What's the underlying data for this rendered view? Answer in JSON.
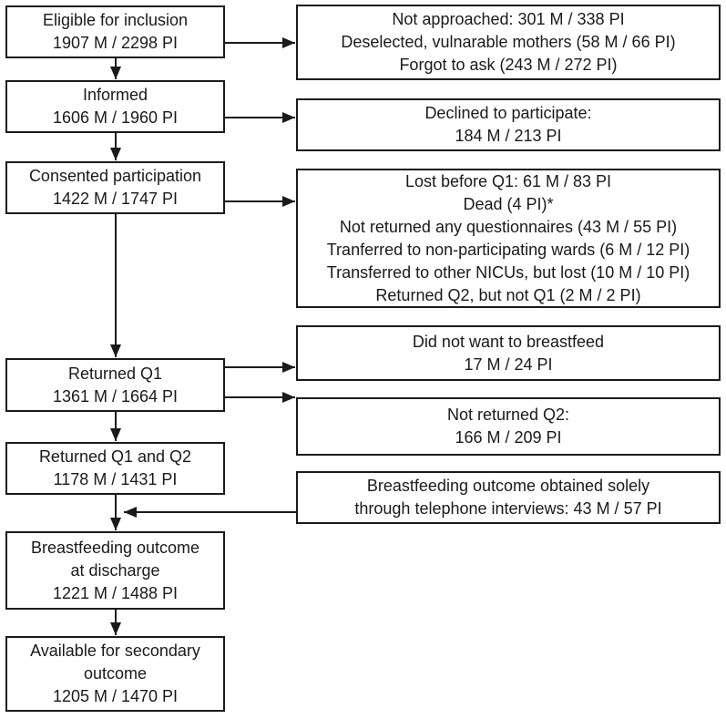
{
  "flow": {
    "main": [
      {
        "lines": [
          "Eligible for inclusion",
          "1907 M / 2298 PI"
        ]
      },
      {
        "lines": [
          "Informed",
          "1606 M / 1960 PI"
        ]
      },
      {
        "lines": [
          "Consented participation",
          "1422 M / 1747 PI"
        ]
      },
      {
        "lines": [
          "Returned Q1",
          "1361 M / 1664 PI"
        ]
      },
      {
        "lines": [
          "Returned Q1 and Q2",
          "1178 M / 1431 PI"
        ]
      },
      {
        "lines": [
          "Breastfeeding outcome",
          "at discharge",
          "1221 M / 1488 PI"
        ]
      },
      {
        "lines": [
          "Available for secondary",
          "outcome",
          "1205 M / 1470 PI"
        ]
      }
    ],
    "side": [
      {
        "lines": [
          "Not approached: 301 M / 338 PI",
          "Deselected, vulnarable mothers (58 M / 66 PI)",
          "Forgot to ask (243 M / 272 PI)"
        ]
      },
      {
        "lines": [
          "Declined to participate:",
          "184 M / 213 PI"
        ]
      },
      {
        "lines": [
          "Lost before Q1: 61 M / 83 PI",
          "Dead (4 PI)*",
          "Not returned any questionnaires (43 M / 55 PI)",
          "Tranferred to non-participating wards (6 M / 12 PI)",
          "Transferred to other NICUs, but lost (10 M / 10 PI)",
          "Returned Q2, but not Q1 (2 M / 2 PI)"
        ]
      },
      {
        "lines": [
          "Did not want to breastfeed",
          "17 M / 24 PI"
        ]
      },
      {
        "lines": [
          "Not returned Q2:",
          "166 M / 209 PI"
        ]
      },
      {
        "lines": [
          "Breastfeeding outcome obtained solely",
          "through telephone interviews: 43 M / 57 PI"
        ]
      }
    ],
    "colors": {
      "box_border": "#1a1a1a",
      "text": "#1a1a1a",
      "arrow": "#1a1a1a",
      "background": "#ffffff"
    }
  }
}
